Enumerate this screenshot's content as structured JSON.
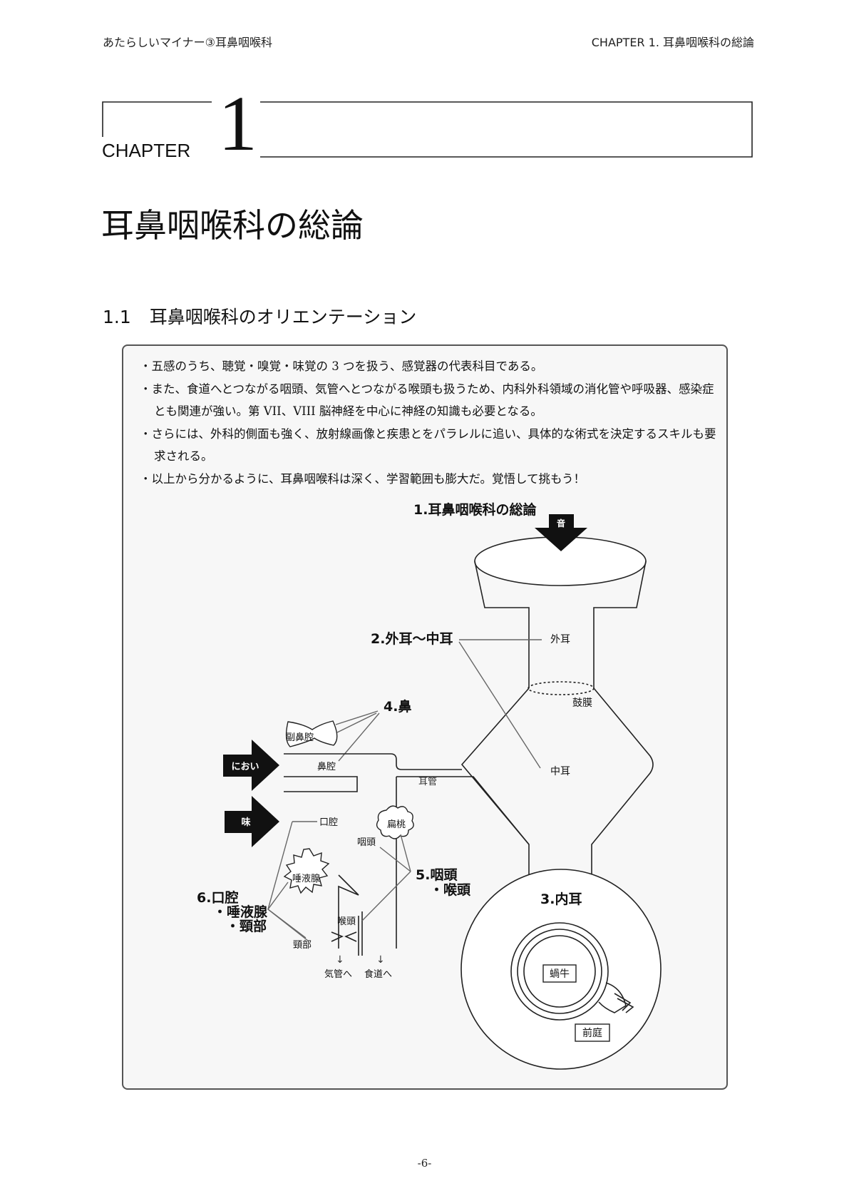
{
  "header": {
    "left": "あたらしいマイナー③耳鼻咽喉科",
    "right": "CHAPTER  1.  耳鼻咽喉科の総論"
  },
  "chapter": {
    "word": "CHAPTER",
    "number": "1"
  },
  "title": "耳鼻咽喉科の総論",
  "section": {
    "number": "1.1",
    "title": "耳鼻咽喉科のオリエンテーション"
  },
  "bullets": [
    "・五感のうち、聴覚・嗅覚・味覚の 3 つを扱う、感覚器の代表科目である。",
    "・また、食道へとつながる咽頭、気管へとつながる喉頭も扱うため、内科外科領域の消化管や呼吸器、感染症とも関連が強い。第 VII、VIII 脳神経を中心に神経の知識も必要となる。",
    "・さらには、外科的側面も強く、放射線画像と疾患とをパラレルに追い、具体的な術式を決定するスキルも要求される。",
    "・以上から分かるように、耳鼻咽喉科は深く、学習範囲も膨大だ。覚悟して挑もう！"
  ],
  "diagram": {
    "heading1": "1.耳鼻咽喉科の総論",
    "sound": "音",
    "heading2": "2.外耳〜中耳",
    "outer_ear": "外耳",
    "eardrum": "鼓膜",
    "middle_ear": "中耳",
    "heading4": "4.鼻",
    "paranasal": "副鼻腔",
    "smell": "におい",
    "nasal_cavity": "鼻腔",
    "eustachian": "耳管",
    "taste": "味",
    "oral_cavity": "口腔",
    "tonsil": "扁桃",
    "pharynx": "咽頭",
    "heading5_line1": "5.咽頭",
    "heading5_line2": "・喉頭",
    "salivary": "唾液腺",
    "heading6_line1": "6.口腔",
    "heading6_line2": "・唾液腺",
    "heading6_line3": "・頸部",
    "larynx": "喉頭",
    "neck": "頸部",
    "arrow_down": "↓",
    "to_trachea": "気管へ",
    "to_esophagus": "食道へ",
    "heading3": "3.内耳",
    "cochlea": "蝸牛",
    "vestibule": "前庭"
  },
  "footer": {
    "page": "-6-"
  }
}
